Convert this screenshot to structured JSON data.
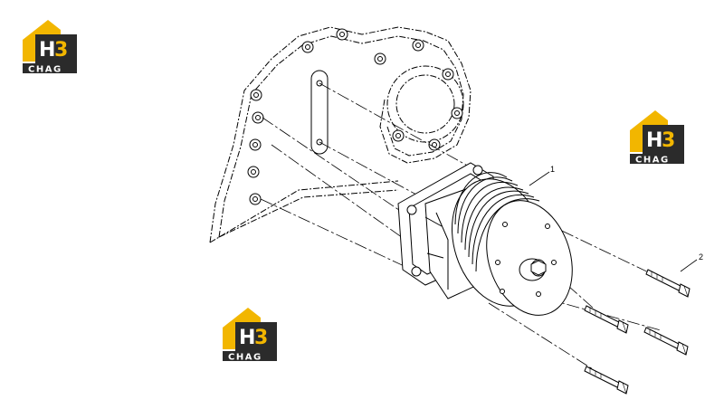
{
  "diagram": {
    "callouts": [
      "1",
      "2"
    ]
  },
  "watermark": {
    "logo_letters": "H3",
    "logo_word": "CHAG",
    "colors": {
      "yellow": "#f2b600",
      "dark": "#2b2b2b",
      "white": "#ffffff"
    }
  },
  "icons": [
    "water-pump-part-icon",
    "bolt-icon",
    "brand-logo-icon"
  ]
}
